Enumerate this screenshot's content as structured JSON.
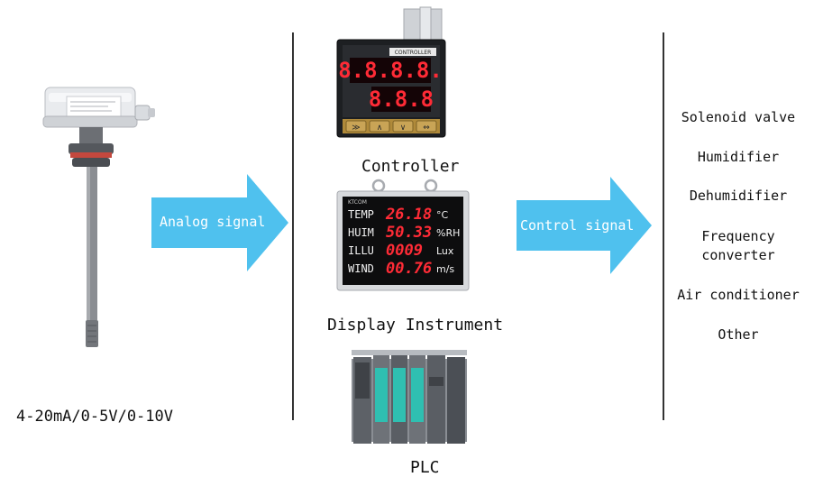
{
  "sensor": {
    "output_label": "4-20mA/0-5V/0-10V"
  },
  "arrows": {
    "analog_label": "Analog signal",
    "control_label": "Control signal",
    "color": "#4fc1ee"
  },
  "controller": {
    "label": "Controller",
    "panel_title": "CONTROLLER",
    "row1_value": "8.8.8.8.",
    "row2_value": "8.8.8",
    "buttons": [
      "≫",
      "∧",
      "∨",
      "⇔"
    ]
  },
  "display_instrument": {
    "label": "Display Instrument",
    "brand": "KTCOM",
    "rows": [
      {
        "name": "TEMP",
        "value": "26.18",
        "unit": "°C"
      },
      {
        "name": "HUIM",
        "value": "50.33",
        "unit": "%RH"
      },
      {
        "name": "ILLU",
        "value": "0009",
        "unit": "Lux"
      },
      {
        "name": "WIND",
        "value": "00.76",
        "unit": "m/s"
      }
    ]
  },
  "plc": {
    "label": "PLC"
  },
  "outputs": [
    "Solenoid valve",
    "Humidifier",
    "Dehumidifier",
    "Frequency\nconverter",
    "Air conditioner",
    "Other"
  ]
}
